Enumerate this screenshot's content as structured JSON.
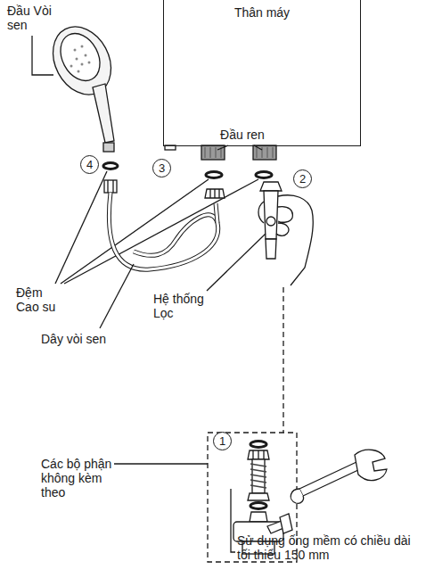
{
  "diagram": {
    "nodes": [
      {
        "text": [
          "Thân máy"
        ]
      },
      {
        "text": [
          "4"
        ]
      },
      {
        "text": [
          "3"
        ]
      },
      {
        "text": [
          "2"
        ]
      },
      {
        "text": [
          "1"
        ]
      }
    ],
    "labels": [
      "Đầu Vòi sen",
      "Đầu ren",
      "Đệm Cao su",
      "Hệ thống Lọc",
      "Dây vòi sen",
      "Các bộ phận không kèm theo",
      "Sử dụng ống mềm có chiều dài tối thiểu 150 mm"
    ]
  }
}
